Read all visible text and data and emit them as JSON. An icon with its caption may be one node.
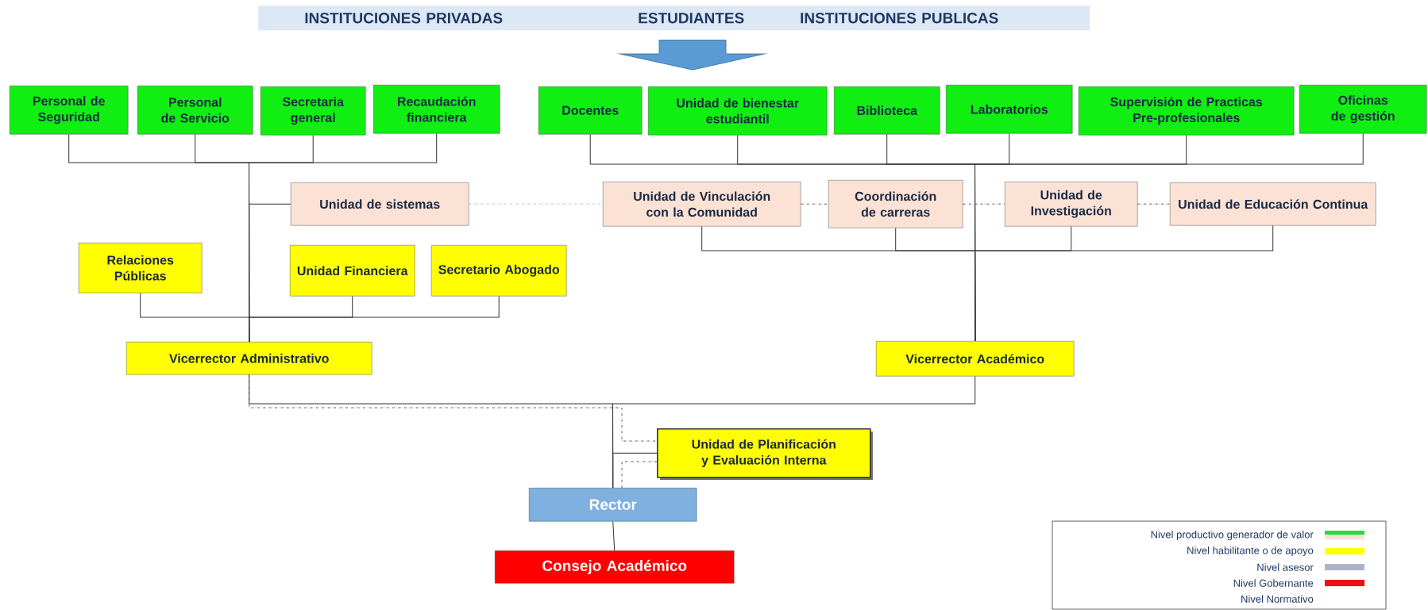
{
  "diagram": {
    "nodes": [
      {
        "text": [
          "Personal de Seguridad"
        ]
      },
      {
        "text": [
          "Personal de Servicio"
        ]
      },
      {
        "text": [
          "Secretaria general"
        ]
      },
      {
        "text": [
          "Recaudación financiera"
        ]
      },
      {
        "text": [
          "Docentes"
        ]
      },
      {
        "text": [
          "Unidad de bienestar estudiantil"
        ]
      },
      {
        "text": [
          "Biblioteca"
        ]
      },
      {
        "text": [
          "Laboratorios"
        ]
      },
      {
        "text": [
          "Supervisión de Practicas Pre-profesionales"
        ]
      },
      {
        "text": [
          "Oficinas de gestión"
        ]
      },
      {
        "text": [
          "Unidad de sistemas"
        ]
      },
      {
        "text": [
          "Unidad de Vinculación con la Comunidad"
        ]
      },
      {
        "text": [
          "Coordinación de carreras"
        ]
      },
      {
        "text": [
          "Unidad de Investigación"
        ]
      },
      {
        "text": [
          "Unidad de Educación Continua"
        ]
      },
      {
        "text": [
          "Relaciones Públicas"
        ]
      },
      {
        "text": [
          "Unidad Financiera"
        ]
      },
      {
        "text": [
          "Secretario Abogado"
        ]
      },
      {
        "text": [
          "Vicerrector Administrativo"
        ]
      },
      {
        "text": [
          "Vicerrector Académico"
        ]
      },
      {
        "text": [
          "Unidad de Planificación y Evaluación Interna"
        ]
      },
      {
        "text": [
          "Rector"
        ]
      },
      {
        "text": [
          "Consejo Académico"
        ]
      },
      {
        "text": [
          "INSTITUCIONES PRIVADAS",
          "ESTUDIANTES",
          "INSTITUCIONES PUBLICAS"
        ]
      }
    ],
    "edges": [
      {
        "from": 0,
        "to": 18,
        "arrow": "none"
      },
      {
        "from": 1,
        "to": 18,
        "arrow": "none"
      },
      {
        "from": 2,
        "to": 18,
        "arrow": "none"
      },
      {
        "from": 3,
        "to": 18,
        "arrow": "none"
      },
      {
        "from": 10,
        "to": 18,
        "arrow": "none"
      },
      {
        "from": 15,
        "to": 18,
        "arrow": "none"
      },
      {
        "from": 16,
        "to": 18,
        "arrow": "none"
      },
      {
        "from": 17,
        "to": 18,
        "arrow": "none"
      },
      {
        "from": 4,
        "to": 19,
        "arrow": "none"
      },
      {
        "from": 5,
        "to": 19,
        "arrow": "none"
      },
      {
        "from": 6,
        "to": 19,
        "arrow": "none"
      },
      {
        "from": 7,
        "to": 19,
        "arrow": "none"
      },
      {
        "from": 8,
        "to": 19,
        "arrow": "none"
      },
      {
        "from": 9,
        "to": 19,
        "arrow": "none"
      },
      {
        "from": 11,
        "to": 19,
        "arrow": "none"
      },
      {
        "from": 12,
        "to": 19,
        "arrow": "none"
      },
      {
        "from": 13,
        "to": 19,
        "arrow": "none"
      },
      {
        "from": 14,
        "to": 19,
        "arrow": "none"
      },
      {
        "from": 10,
        "to": 11,
        "arrow": "none",
        "style": "dashed",
        "color": "#8db3e2"
      },
      {
        "from": 11,
        "to": 12,
        "arrow": "none",
        "style": "dashed"
      },
      {
        "from": 12,
        "to": 13,
        "arrow": "none",
        "style": "dashed"
      },
      {
        "from": 13,
        "to": 14,
        "arrow": "none",
        "style": "dashed"
      },
      {
        "from": 18,
        "to": 21,
        "arrow": "none"
      },
      {
        "from": 19,
        "to": 21,
        "arrow": "none"
      },
      {
        "from": 21,
        "to": 20,
        "arrow": "none"
      },
      {
        "from": 18,
        "to": 20,
        "arrow": "none",
        "style": "dashed"
      },
      {
        "from": 20,
        "to": 21,
        "arrow": "none",
        "style": "dashed"
      },
      {
        "from": 21,
        "to": 22,
        "arrow": "none"
      },
      {
        "from": 23,
        "to": null,
        "arrow": "to",
        "style": "thick"
      }
    ],
    "legend": [
      {
        "text": "Nivel productivo generador de valor",
        "color": "#22dd44"
      },
      {
        "text": "Nivel habilitante o de apoyo",
        "color": "#ffff00"
      },
      {
        "text": "Nivel asesor",
        "color": "#aab6c8"
      },
      {
        "text": "Nivel Gobernante",
        "color": "#ee1111"
      },
      {
        "text": "Nivel Normativo"
      }
    ]
  }
}
